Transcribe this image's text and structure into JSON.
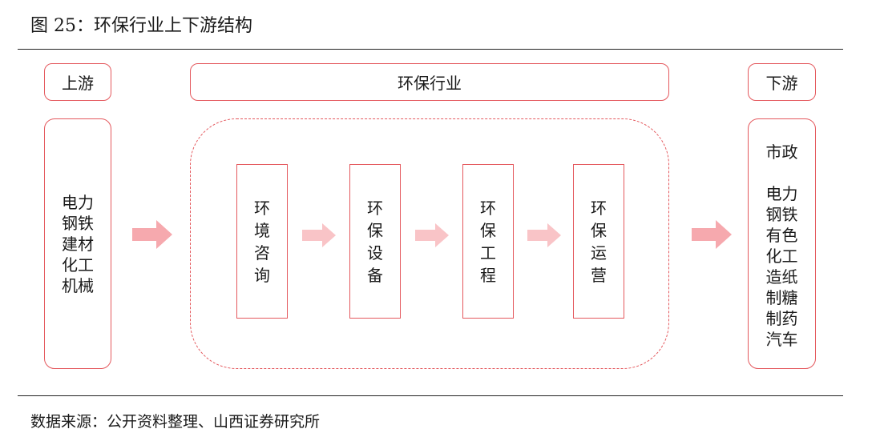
{
  "figure": {
    "title": "图 25：环保行业上下游结构",
    "source": "数据来源：公开资料整理、山西证券研究所"
  },
  "headers": {
    "upstream": "上游",
    "industry": "环保行业",
    "downstream": "下游"
  },
  "upstream_items": [
    "电力",
    "钢铁",
    "建材",
    "化工",
    "机械"
  ],
  "industry_stages": [
    [
      "环",
      "境",
      "咨",
      "询"
    ],
    [
      "环",
      "保",
      "设",
      "备"
    ],
    [
      "环",
      "保",
      "工",
      "程"
    ],
    [
      "环",
      "保",
      "运",
      "营"
    ]
  ],
  "downstream_group1": [
    "市政"
  ],
  "downstream_group2": [
    "电力",
    "钢铁",
    "有色",
    "化工",
    "造纸",
    "制糖",
    "制药",
    "汽车"
  ],
  "colors": {
    "border": "#e4585d",
    "arrow": "#f6a9ae"
  }
}
